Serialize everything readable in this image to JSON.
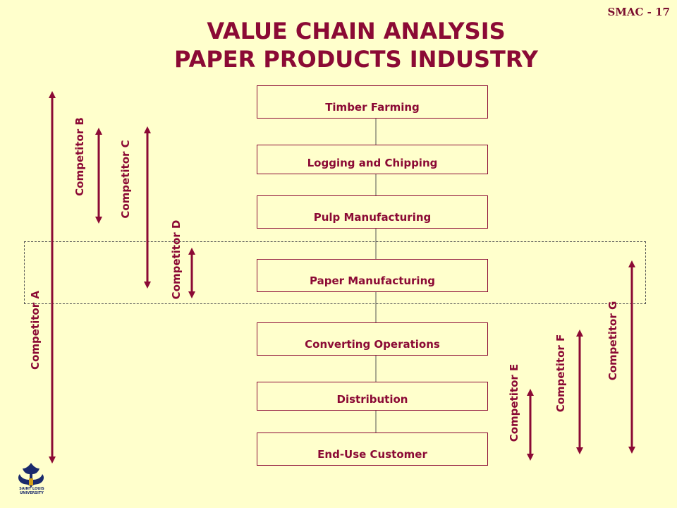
{
  "slide_number": "SMAC  -  17",
  "title": {
    "line1": "VALUE CHAIN ANALYSIS",
    "line2": "PAPER PRODUCTS INDUSTRY"
  },
  "stages": [
    "Timber Farming",
    "Logging and Chipping",
    "Pulp Manufacturing",
    "Paper Manufacturing",
    "Converting Operations",
    "Distribution",
    "End-Use Customer"
  ],
  "competitors": [
    "Competitor A",
    "Competitor B",
    "Competitor C",
    "Competitor D",
    "Competitor E",
    "Competitor F",
    "Competitor G"
  ],
  "logo": {
    "line1": "SAINT LOUIS",
    "line2": "UNIVERSITY"
  },
  "colors": {
    "background": "#ffffcc",
    "accent": "#8b0a35"
  }
}
